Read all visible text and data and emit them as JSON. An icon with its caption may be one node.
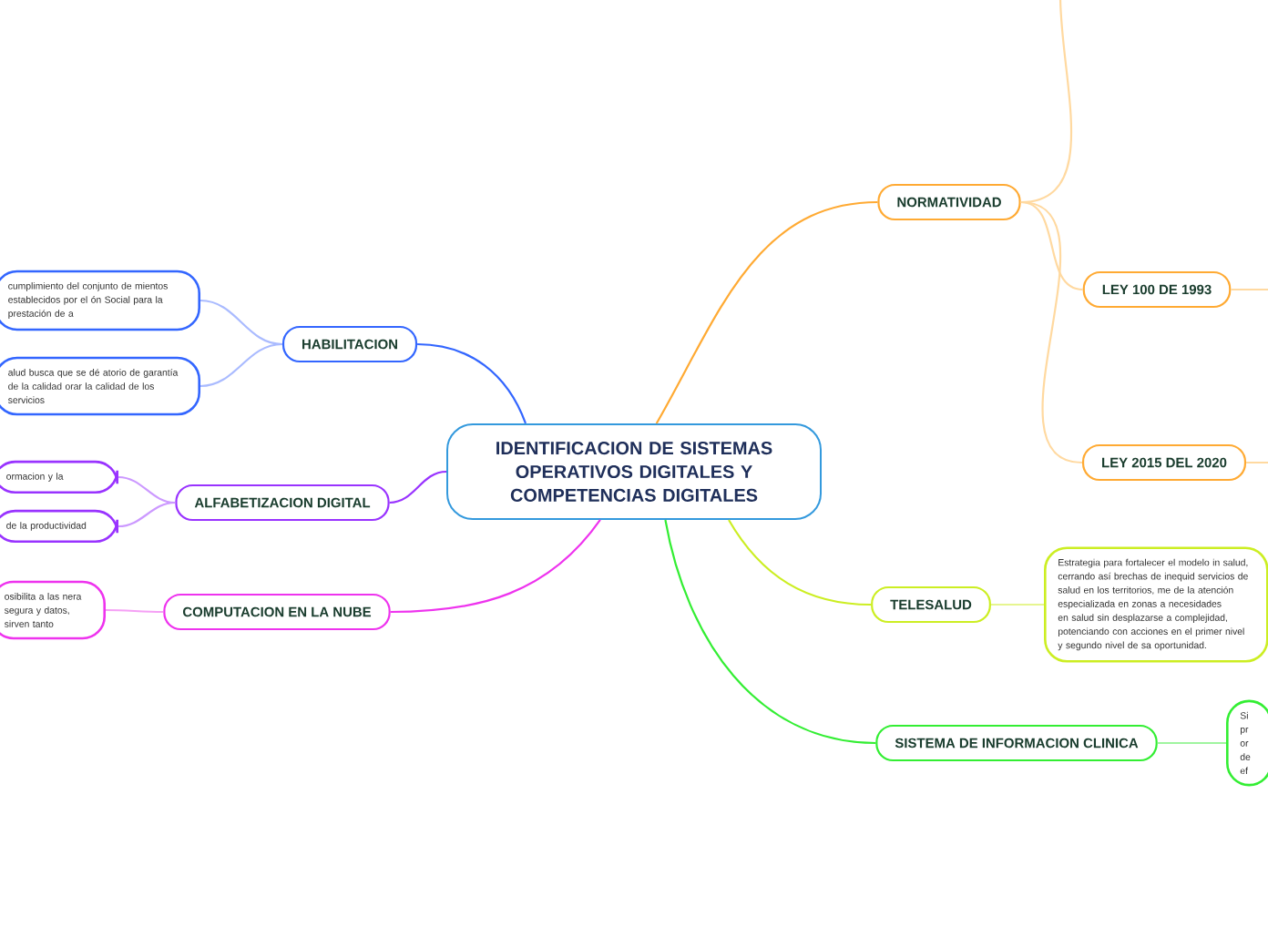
{
  "diagram": {
    "nodes": [
      {
        "text": [
          "IDENTIFICACION DE SISTEMAS OPERATIVOS DIGITALES Y COMPETENCIAS DIGITALES"
        ]
      },
      {
        "text": [
          "HABILITACION"
        ]
      },
      {
        "text": [
          "cumplimiento del conjunto de mientos establecidos por el ón Social para la prestación de a"
        ]
      },
      {
        "text": [
          "alud busca que se dé atorio de garantía de la calidad orar la calidad de los servicios"
        ]
      },
      {
        "text": [
          "ALFABETIZACION DIGITAL"
        ]
      },
      {
        "text": [
          "ormacion y la"
        ]
      },
      {
        "text": [
          "de la productividad"
        ]
      },
      {
        "text": [
          "COMPUTACION EN LA NUBE"
        ]
      },
      {
        "text": [
          "osibilita a las nera segura y datos, sirven tanto"
        ]
      },
      {
        "text": [
          "NORMATIVIDAD"
        ]
      },
      {
        "text": [
          "LEY 100 DE 1993"
        ]
      },
      {
        "text": [
          "LEY 2015 DEL 2020"
        ]
      },
      {
        "text": [
          "TELESALUD"
        ]
      },
      {
        "text": [
          "Estrategia para fortalecer el modelo in salud, cerrando así brechas de inequid servicios de salud en los territorios, me de la atención especializada en zonas a necesidades en salud sin desplazarse a complejidad, potenciando con acciones en el primer nivel y segundo nivel de sa oportunidad."
        ]
      },
      {
        "text": [
          "SISTEMA DE INFORMACION CLINICA"
        ]
      },
      {
        "text": [
          "Si pr or de ef"
        ]
      }
    ],
    "edges": [
      {
        "from": 0,
        "to": 1,
        "arrow": "none",
        "color": "#3366ff"
      },
      {
        "from": 1,
        "to": 2,
        "arrow": "none",
        "color": "#aabbff"
      },
      {
        "from": 1,
        "to": 3,
        "arrow": "none",
        "color": "#aabbff"
      },
      {
        "from": 0,
        "to": 4,
        "arrow": "none",
        "color": "#9933ff"
      },
      {
        "from": 4,
        "to": 5,
        "arrow": "none",
        "color": "#cc99ff"
      },
      {
        "from": 4,
        "to": 6,
        "arrow": "none",
        "color": "#cc99ff"
      },
      {
        "from": 0,
        "to": 7,
        "arrow": "none",
        "color": "#ee33ee"
      },
      {
        "from": 7,
        "to": 8,
        "arrow": "none",
        "color": "#f5a0f5"
      },
      {
        "from": 0,
        "to": 9,
        "arrow": "none",
        "color": "#ffaa33"
      },
      {
        "from": 9,
        "to": null,
        "arrow": "none",
        "color": "#ffd9a0"
      },
      {
        "from": 9,
        "to": 10,
        "arrow": "none",
        "color": "#ffd9a0"
      },
      {
        "from": 9,
        "to": 11,
        "arrow": "none",
        "color": "#ffd9a0"
      },
      {
        "from": 10,
        "to": null,
        "arrow": "none",
        "color": "#ffd9a0"
      },
      {
        "from": 11,
        "to": null,
        "arrow": "none",
        "color": "#ffd9a0"
      },
      {
        "from": 0,
        "to": 12,
        "arrow": "none",
        "color": "#ccee22"
      },
      {
        "from": 12,
        "to": 13,
        "arrow": "none",
        "color": "#e6f590"
      },
      {
        "from": 0,
        "to": 14,
        "arrow": "none",
        "color": "#33ee33"
      },
      {
        "from": 14,
        "to": 15,
        "arrow": "none",
        "color": "#a0f5a0"
      }
    ]
  }
}
